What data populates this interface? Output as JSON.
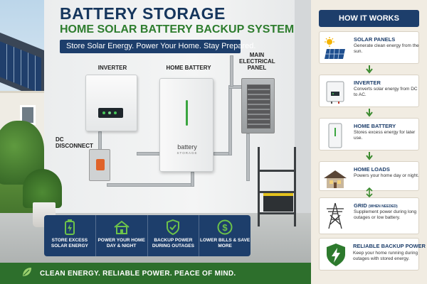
{
  "header": {
    "title": "BATTERY STORAGE",
    "subtitle": "HOME SOLAR BATTERY BACKUP SYSTEM",
    "tagline": "Store Solar Energy. Power Your Home. Stay Prepared."
  },
  "labels": {
    "inverter": "INVERTER",
    "home_battery": "HOME BATTERY",
    "main_panel": "MAIN ELECTRICAL PANEL",
    "dc_disconnect": "DC DISCONNECT",
    "battery_brand": "battery",
    "battery_sub": "STORAGE"
  },
  "benefits": [
    {
      "icon": "battery-charge-icon",
      "text": "STORE EXCESS SOLAR ENERGY"
    },
    {
      "icon": "house-icon",
      "text": "POWER YOUR HOME DAY & NIGHT"
    },
    {
      "icon": "shield-check-icon",
      "text": "BACKUP POWER DURING OUTAGES"
    },
    {
      "icon": "dollar-icon",
      "text": "LOWER BILLS & SAVE MORE"
    }
  ],
  "footer": {
    "text": "CLEAN ENERGY. RELIABLE POWER. PEACE OF MIND."
  },
  "how_it_works": {
    "title": "HOW IT WORKS",
    "steps": [
      {
        "icon": "solar-panel-icon",
        "title": "SOLAR PANELS",
        "title_note": "",
        "desc": "Generate clean energy from the sun."
      },
      {
        "icon": "inverter-icon",
        "title": "INVERTER",
        "title_note": "",
        "desc": "Converts solar energy from DC to AC."
      },
      {
        "icon": "battery-icon",
        "title": "HOME BATTERY",
        "title_note": "",
        "desc": "Stores excess energy for later use."
      },
      {
        "icon": "house-icon",
        "title": "HOME LOADS",
        "title_note": "",
        "desc": "Powers your home day or night."
      },
      {
        "icon": "power-tower-icon",
        "title": "GRID",
        "title_note": "(WHEN NEEDED)",
        "desc": "Supplement power during long outages or low battery."
      }
    ],
    "reliable": {
      "icon": "shield-bolt-icon",
      "title": "RELIABLE BACKUP POWER",
      "desc": "Keep your home running during outages with stored energy."
    }
  },
  "colors": {
    "navy": "#1d3e6b",
    "green": "#2d6f2c",
    "accent_green": "#2e7d2e",
    "cream": "#f1ece2"
  }
}
